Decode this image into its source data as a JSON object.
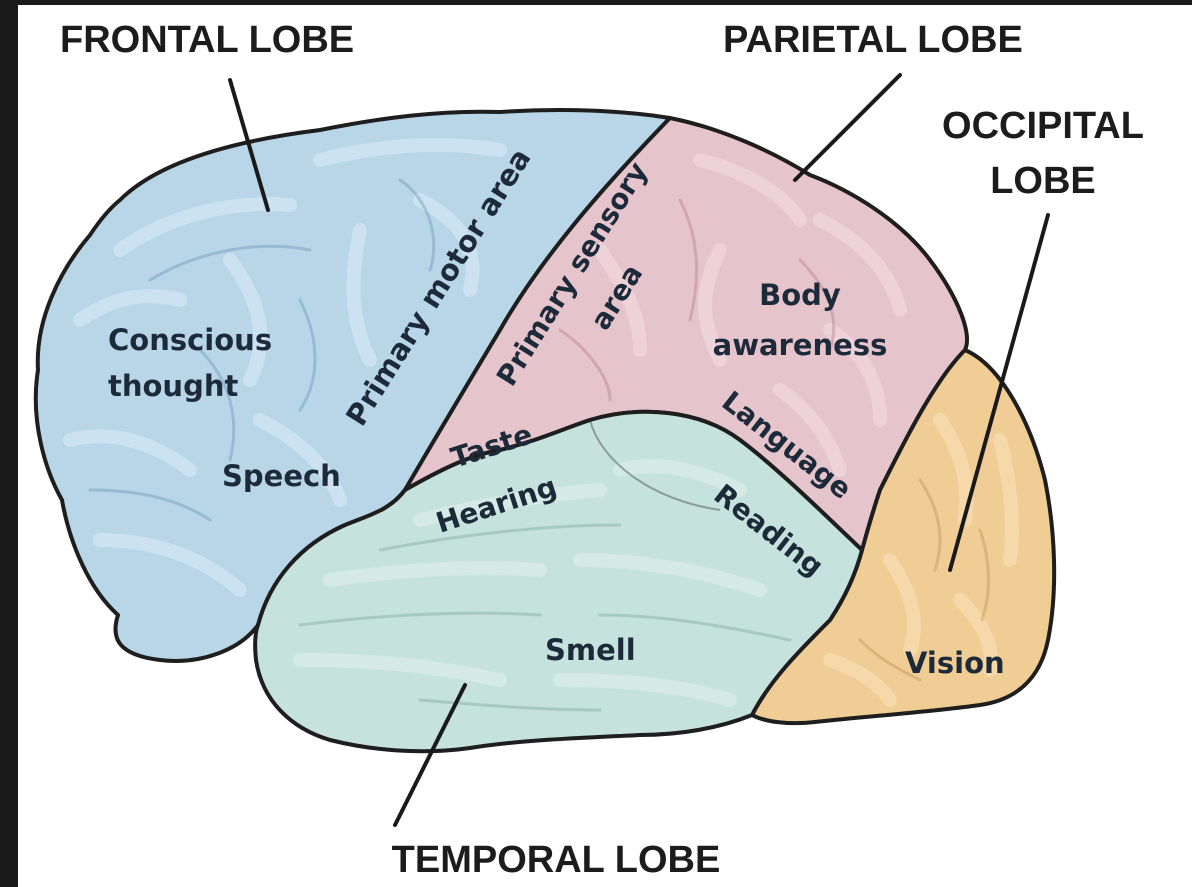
{
  "lobes": {
    "frontal": {
      "title": "FRONTAL LOBE",
      "color": "#b8d6e8"
    },
    "parietal": {
      "title": "PARIETAL LOBE",
      "color": "#e6c4cc"
    },
    "occipital": {
      "title_line1": "OCCIPITAL",
      "title_line2": "LOBE",
      "color": "#f0cd95"
    },
    "temporal": {
      "title": "TEMPORAL LOBE",
      "color": "#c6e2dc"
    }
  },
  "regions": {
    "conscious_thought_line1": "Conscious",
    "conscious_thought_line2": "thought",
    "speech": "Speech",
    "primary_motor_area": "Primary motor area",
    "primary_sensory_line1": "Primary sensory",
    "primary_sensory_line2": "area",
    "body_awareness_line1": "Body",
    "body_awareness_line2": "awareness",
    "taste": "Taste",
    "language": "Language",
    "hearing": "Hearing",
    "reading": "Reading",
    "smell": "Smell",
    "vision": "Vision"
  },
  "colors": {
    "background": "#ffffff",
    "frame": "#1a1a1a",
    "outline": "#1e1e1e"
  }
}
